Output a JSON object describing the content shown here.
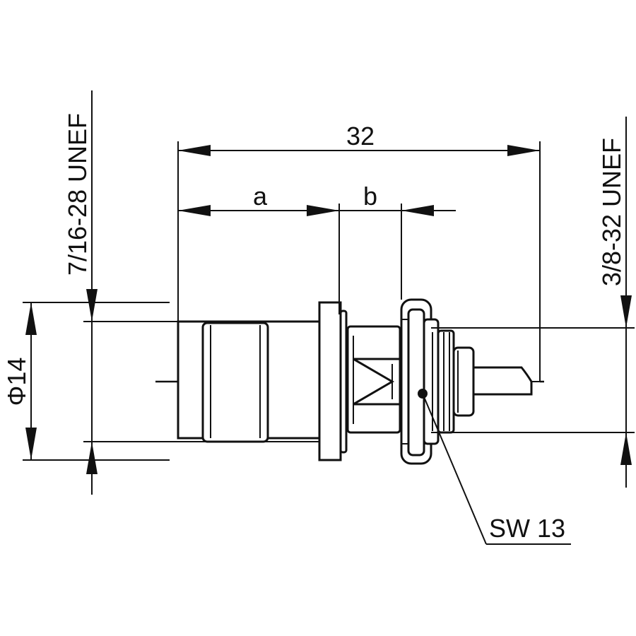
{
  "labels": {
    "length": "32",
    "dim_a": "a",
    "dim_b": "b",
    "diameter": "Φ14",
    "left_thread": "7/16-28 UNEF",
    "right_thread": "3/8-32 UNEF",
    "wrench": "SW 13"
  },
  "colors": {
    "line": "#111111",
    "background": "#ffffff"
  }
}
